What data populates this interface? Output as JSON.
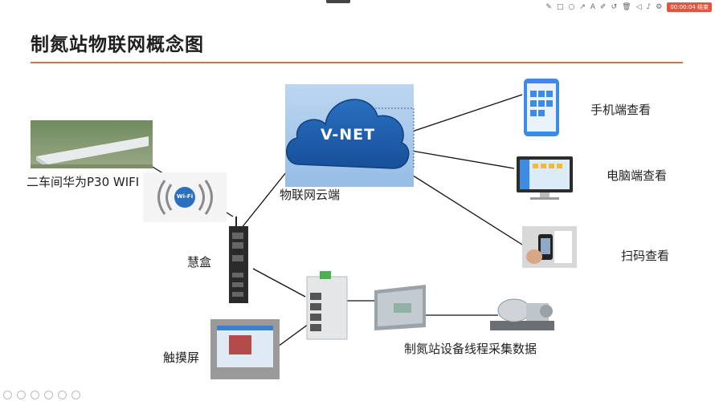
{
  "title": "制氮站物联网概念图",
  "toolbar": {
    "icons": [
      "pen-icon",
      "rect-icon",
      "circle-icon",
      "arrow-icon",
      "text-icon",
      "marker-icon",
      "undo-icon",
      "delete-icon",
      "volume-icon",
      "mic-icon",
      "settings-icon"
    ],
    "recording": "00:00:04 结束"
  },
  "nodes": {
    "workshop": "二车间华为P30 WIFI",
    "wifi_badge": "Wi-Fi",
    "cloud_text": "V-NET",
    "cloud_label": "物联网云端",
    "huihe": "慧盒",
    "touch": "触摸屏",
    "equipment": "制氮站设备线程采集数据",
    "phone": "手机端查看",
    "pc": "电脑端查看",
    "scan": "扫码查看"
  },
  "colors": {
    "cloud": "#1f5fae",
    "cloud_bg": "#a8c8ea",
    "title_rule": "#c8794a",
    "line": "#111111"
  }
}
